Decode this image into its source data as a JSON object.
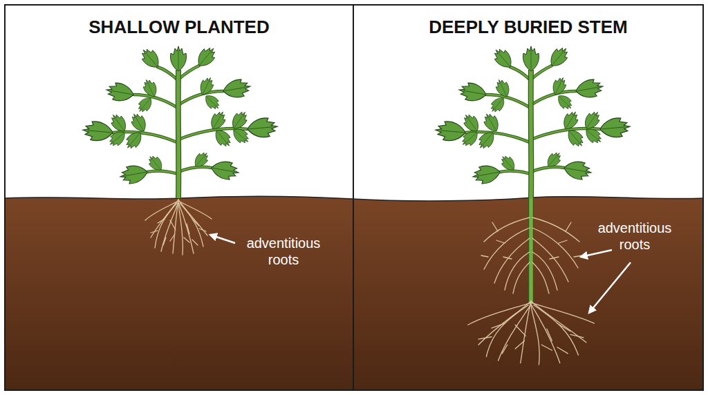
{
  "diagram": {
    "nodes": [
      {
        "text": [
          "SHALLOW PLANTED"
        ]
      },
      {
        "text": [
          "DEEPLY BURIED STEM"
        ]
      }
    ],
    "labels": [
      "adventitious roots",
      "adventitious roots"
    ]
  }
}
